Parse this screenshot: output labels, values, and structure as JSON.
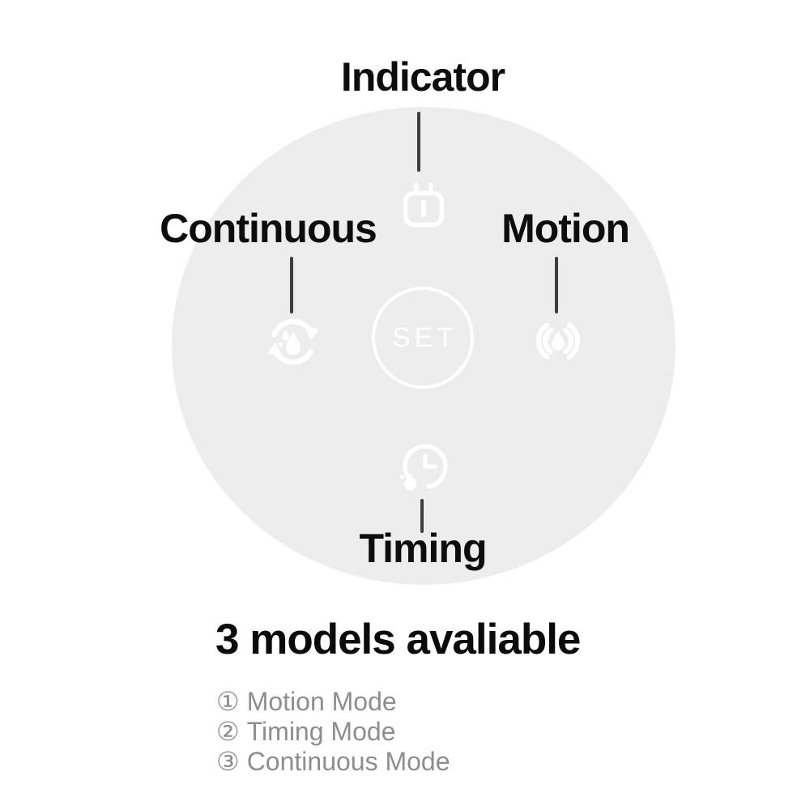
{
  "diagram": {
    "set_button_label": "SET",
    "callouts": [
      {
        "label": "Indicator",
        "icon": "plug-icon"
      },
      {
        "label": "Continuous",
        "icon": "continuous-cycle-droplet-icon"
      },
      {
        "label": "Motion",
        "icon": "motion-sensor-droplet-icon"
      },
      {
        "label": "Timing",
        "icon": "timer-clock-droplet-icon"
      }
    ]
  },
  "footer": {
    "heading": "3 models avaliable",
    "models": [
      {
        "num": "①",
        "label": "Motion Mode"
      },
      {
        "num": "②",
        "label": "Timing Mode"
      },
      {
        "num": "③",
        "label": "Continuous Mode"
      }
    ]
  },
  "colors": {
    "background": "#ffffff",
    "panel_circle": "#ededee",
    "icon_stroke": "#ffffff",
    "connector_line": "#3d3d3d",
    "label_text": "#0d0d0d",
    "muted_list_text": "#8e8e8e"
  }
}
